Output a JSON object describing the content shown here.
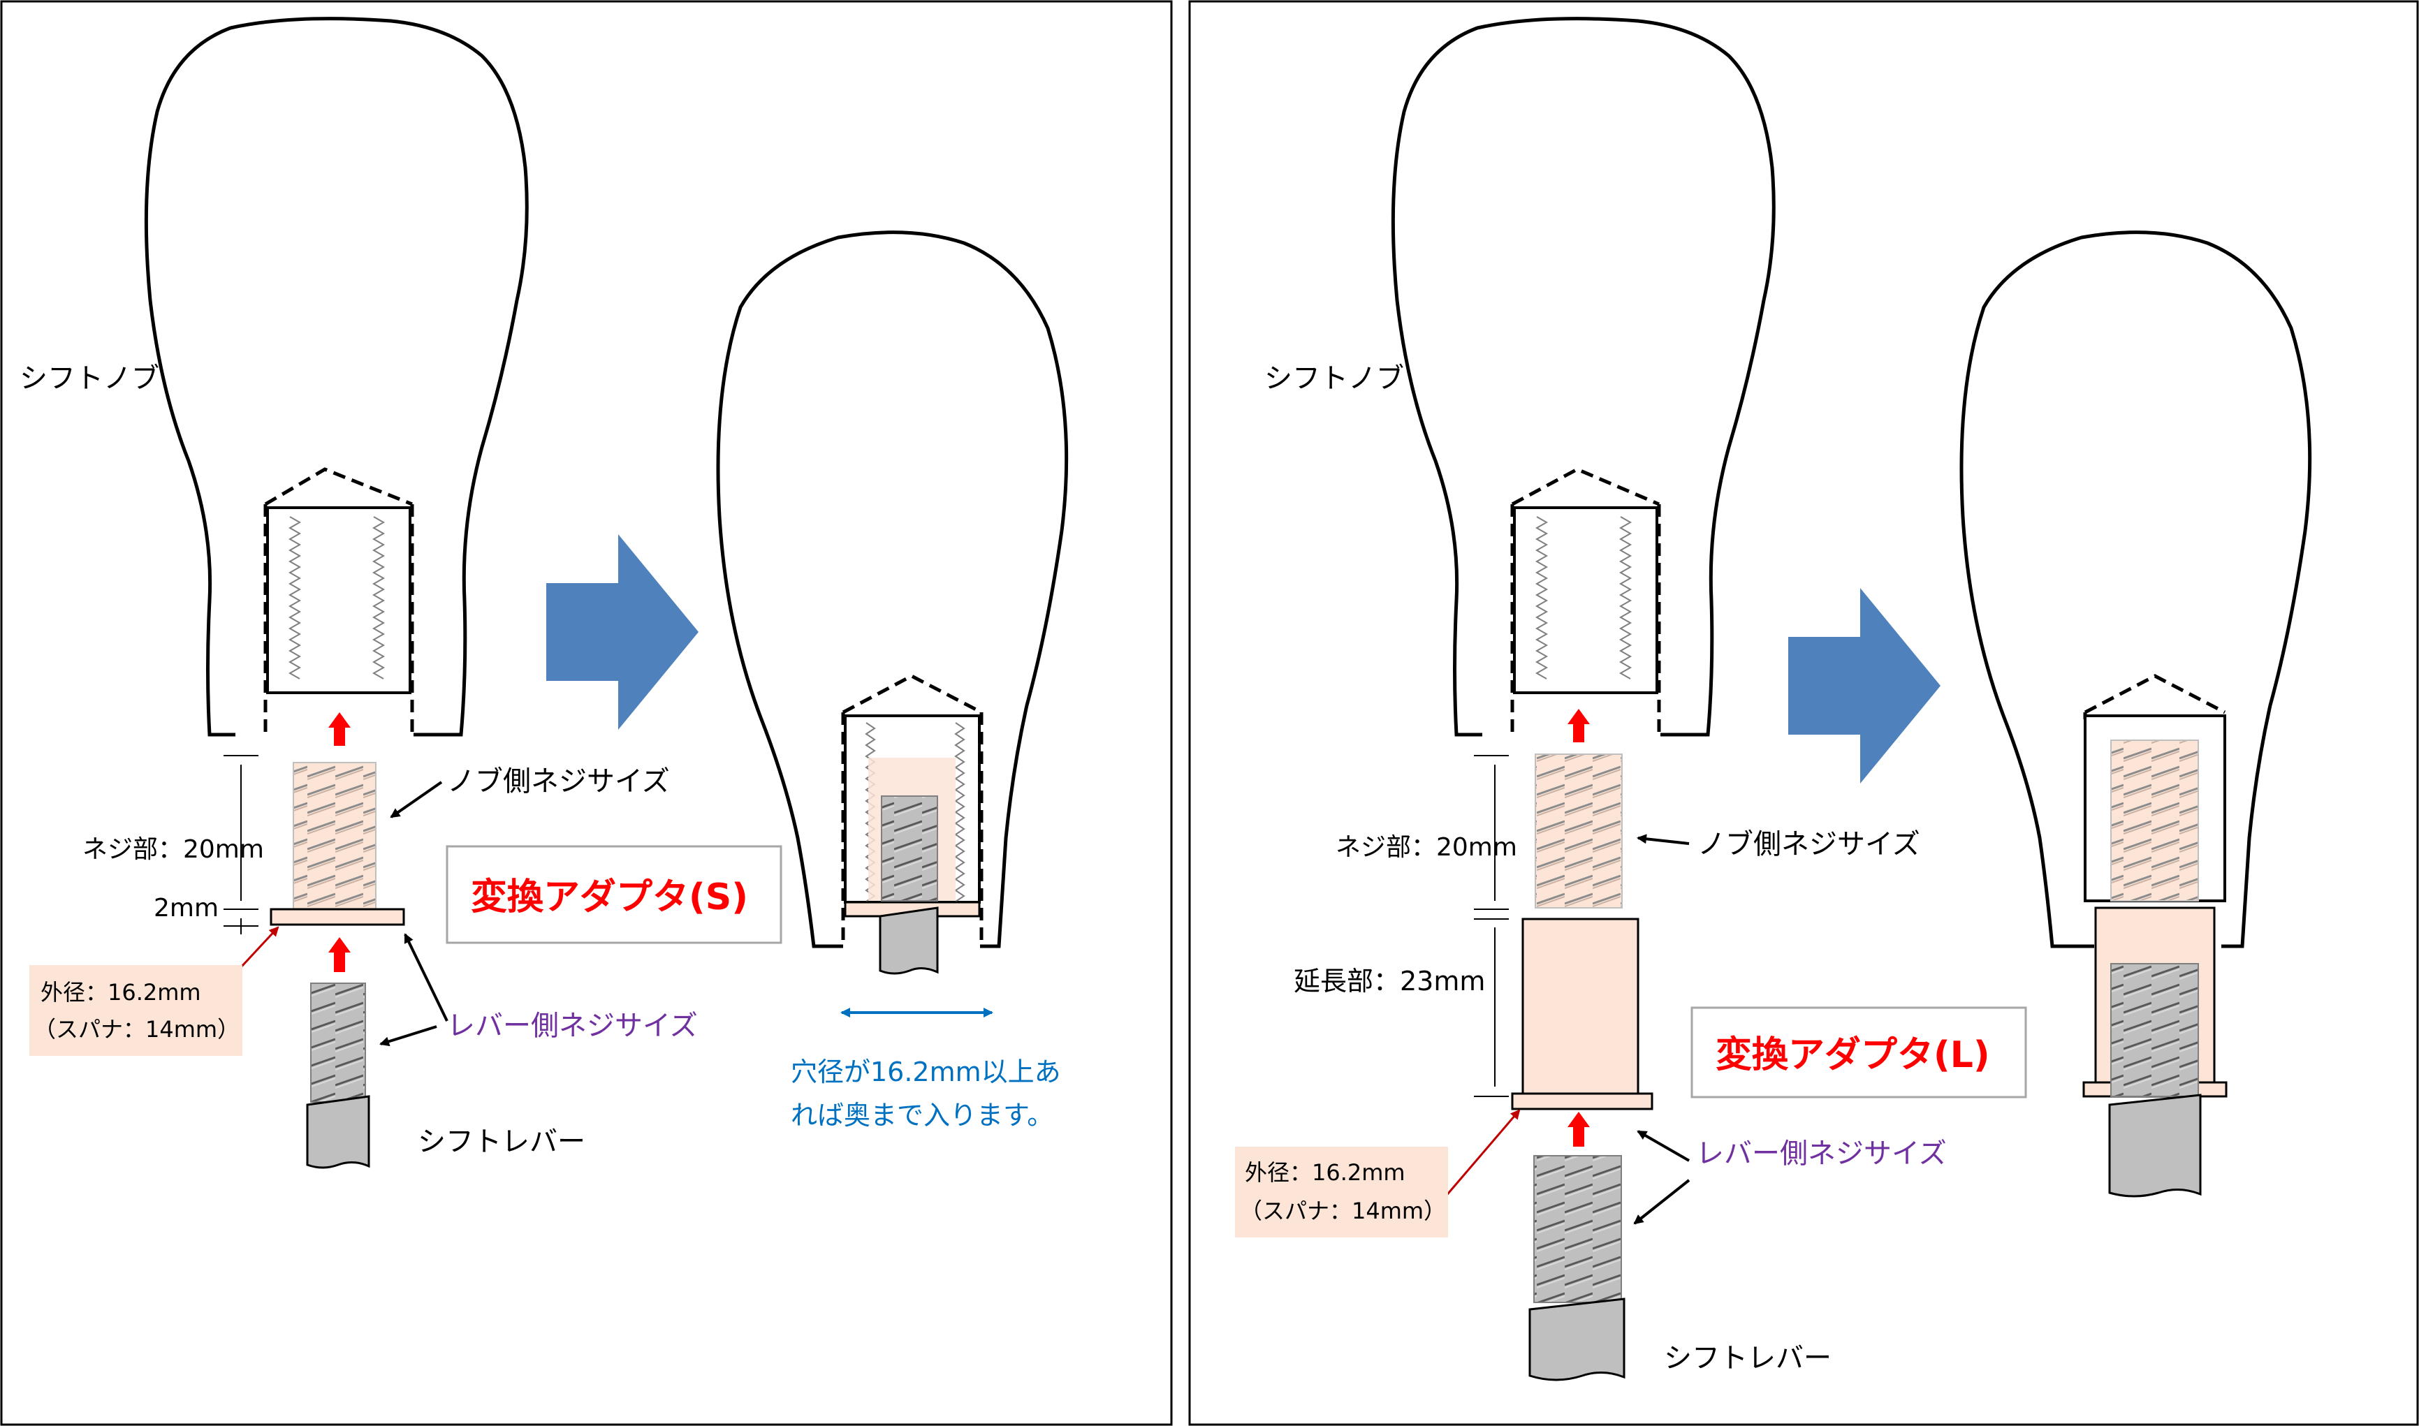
{
  "colors": {
    "red": "#ff0000",
    "blue_arrow": "#4f81bd",
    "dim_blue": "#0070c0",
    "purple": "#7030a0",
    "peach": "#fce4d6",
    "peach_dark": "#f8cbad",
    "thread_grey": "#a6a6a6",
    "outline": "#000000"
  },
  "left_panel": {
    "knob_label": "シフトノブ",
    "thread_length_label": "ネジ部：20mm",
    "flange_label": "2mm",
    "knob_thread_label": "ノブ側ネジサイズ",
    "lever_thread_label": "レバー側ネジサイズ",
    "lever_label": "シフトレバー",
    "outer_dia_line1": "外径：16.2mm",
    "outer_dia_line2": "（スパナ：14mm）",
    "adapter_title": "変換アダプタ(S)",
    "hole_note_line1": "穴径が16.2mm以上あ",
    "hole_note_line2": "れば奥まで入ります。"
  },
  "right_panel": {
    "knob_label": "シフトノブ",
    "thread_length_label": "ネジ部：20mm",
    "extension_label": "延長部：23mm",
    "knob_thread_label": "ノブ側ネジサイズ",
    "lever_thread_label": "レバー側ネジサイズ",
    "lever_label": "シフトレバー",
    "outer_dia_line1": "外径：16.2mm",
    "outer_dia_line2": "（スパナ：14mm）",
    "adapter_title": "変換アダプタ(L)"
  }
}
